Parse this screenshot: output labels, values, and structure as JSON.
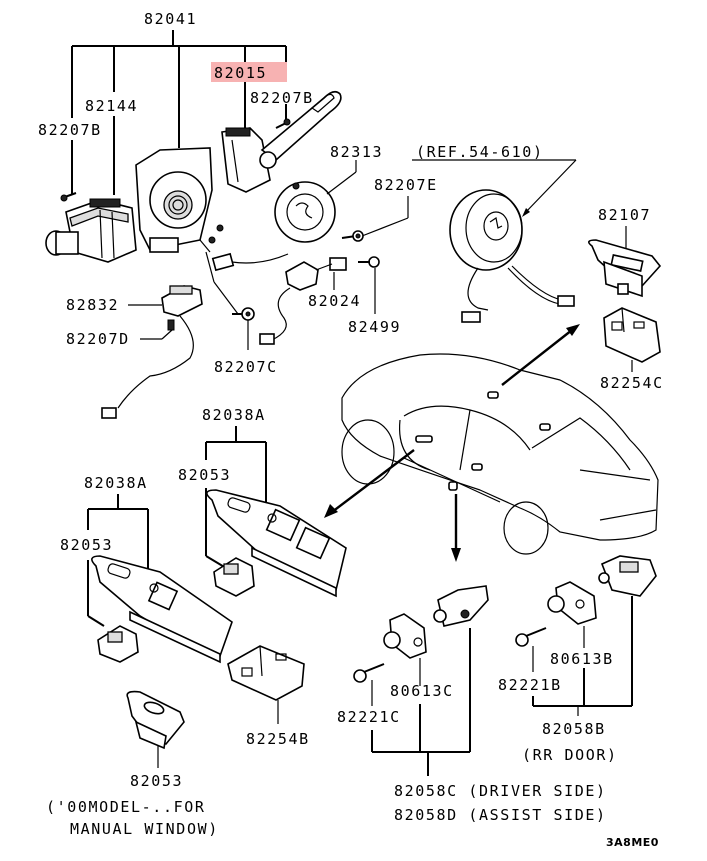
{
  "diagram": {
    "title_code": "3A8ME0",
    "highlight_color": "#f7b2b2",
    "highlighted_part": "82015",
    "labels": {
      "p82041": "82041",
      "p82015": "82015",
      "p82207B_top": "82207B",
      "p82144": "82144",
      "p82207B_left": "82207B",
      "p82313": "82313",
      "ref": "(REF.54-610)",
      "p82207E": "82207E",
      "p82107": "82107",
      "p82832": "82832",
      "p82207D": "82207D",
      "p82024": "82024",
      "p82499": "82499",
      "p82207C": "82207C",
      "p82254C": "82254C",
      "p82038A_right": "82038A",
      "p82053_right": "82053",
      "p82038A_left": "82038A",
      "p82053_left": "82053",
      "p82254B": "82254B",
      "p82053_bottom": "82053",
      "note_line1": "('00MODEL-..FOR",
      "note_line2": "MANUAL WINDOW)",
      "p80613C": "80613C",
      "p82221C": "82221C",
      "p82058C": "82058C (DRIVER SIDE)",
      "p82058D": "82058D (ASSIST SIDE)",
      "p80613B": "80613B",
      "p82221B": "82221B",
      "p82058B": "82058B",
      "rr_door": "(RR DOOR)"
    }
  }
}
